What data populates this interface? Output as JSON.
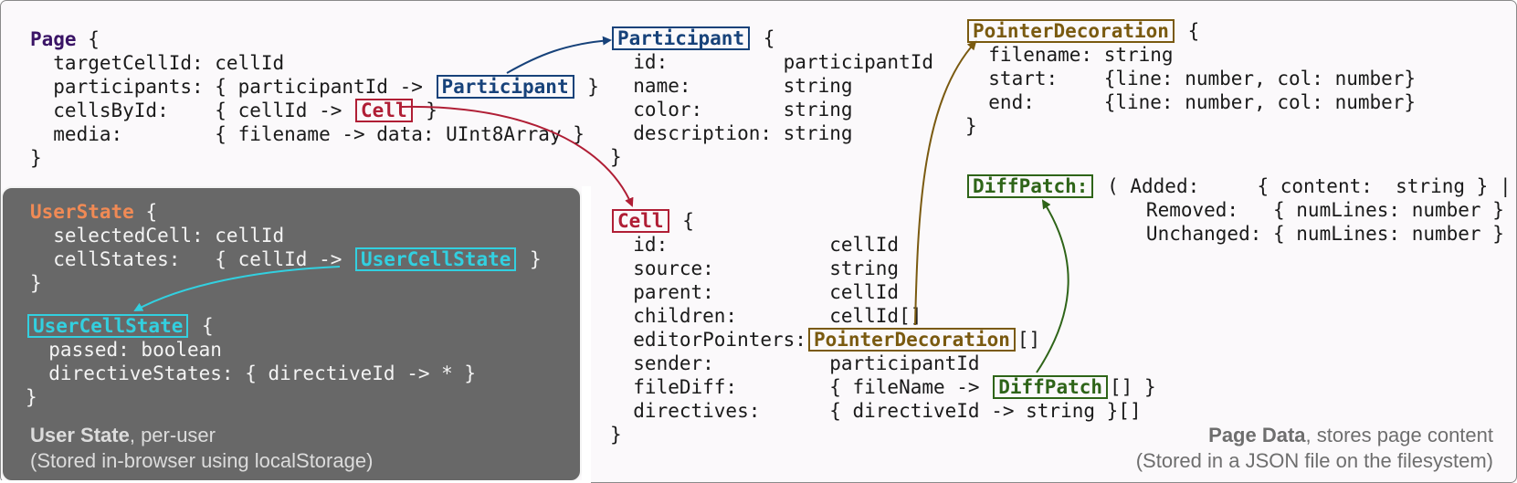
{
  "page_block": {
    "keyword": "Page",
    "open": " {",
    "target_line": "  targetCellId: cellId",
    "participants_pre": "  participants: { participantId -> ",
    "participants_box": "Participant",
    "participants_post": " }",
    "cells_pre": "  cellsById:    { cellId -> ",
    "cells_box": "Cell",
    "cells_post": " }",
    "media_line": "  media:        { filename -> data: UInt8Array }",
    "close": "}"
  },
  "participant_block": {
    "title": "Participant",
    "open": " {",
    "lines": [
      "  id:          participantId",
      "  name:        string",
      "  color:       string",
      "  description: string"
    ],
    "close": "}"
  },
  "pointer_block": {
    "title": "PointerDecoration",
    "open": " {",
    "lines": [
      "  filename: string",
      "  start:    {line: number, col: number}",
      "  end:      {line: number, col: number}"
    ],
    "close": "}"
  },
  "diffpatch_block": {
    "title": "DiffPatch:",
    "lines": [
      " ( Added:     { content:  string } |",
      "   Removed:   { numLines: number } |",
      "   Unchanged: { numLines: number } )"
    ]
  },
  "cell_block": {
    "title": "Cell",
    "open": " {",
    "lines_a": [
      "  id:              cellId",
      "  source:          string",
      "  parent:          cellId",
      "  children:        cellId[]"
    ],
    "editor_pre": "  editorPointers:",
    "editor_box": "PointerDecoration",
    "editor_post": "[]",
    "sender_line": "  sender:          participantId",
    "filediff_pre": "  fileDiff:        { fileName -> ",
    "filediff_box": "DiffPatch",
    "filediff_post": "[] }",
    "directives_line": "  directives:      { directiveId -> string }[]",
    "close": "}"
  },
  "userstate_block": {
    "keyword": "UserState",
    "open": " {",
    "selected_line": "  selectedCell: cellId",
    "cellstates_pre": "  cellStates:   { cellId -> ",
    "cellstates_box": "UserCellState",
    "cellstates_post": " }",
    "close": "}"
  },
  "usercellstate_block": {
    "title": "UserCellState",
    "open": " {",
    "lines": [
      "  passed: boolean",
      "  directiveStates: { directiveId -> * }"
    ],
    "close": "}"
  },
  "captions": {
    "user_bold": "User State",
    "user_rest": ", per-user",
    "user_line2": "(Stored in-browser using localStorage)",
    "page_bold": "Page Data",
    "page_rest": ", stores page content",
    "page_line2": "(Stored in a JSON file on the filesystem)"
  },
  "colors": {
    "participant": "#17427a",
    "cell": "#b01e35",
    "pointer": "#7a5a10",
    "diffpatch": "#2e6418",
    "usercellstate": "#32d0e0",
    "userstate_keyword": "#f08a55",
    "page_keyword": "#3a1466"
  }
}
